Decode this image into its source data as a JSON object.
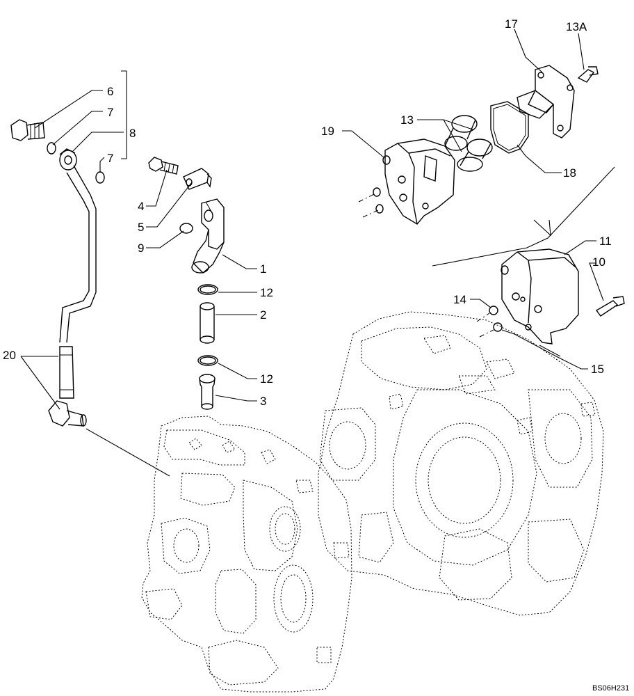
{
  "diagram": {
    "reference": "BS06H231",
    "callouts": {
      "c1": "1",
      "c2": "2",
      "c3": "3",
      "c4": "4",
      "c5": "5",
      "c6": "6",
      "c7a": "7",
      "c7b": "7",
      "c8": "8",
      "c9": "9",
      "c10": "10",
      "c11": "11",
      "c12a": "12",
      "c12b": "12",
      "c13": "13",
      "c13a": "13A",
      "c14": "14",
      "c15": "15",
      "c17": "17",
      "c18": "18",
      "c19": "19",
      "c20": "20"
    }
  }
}
